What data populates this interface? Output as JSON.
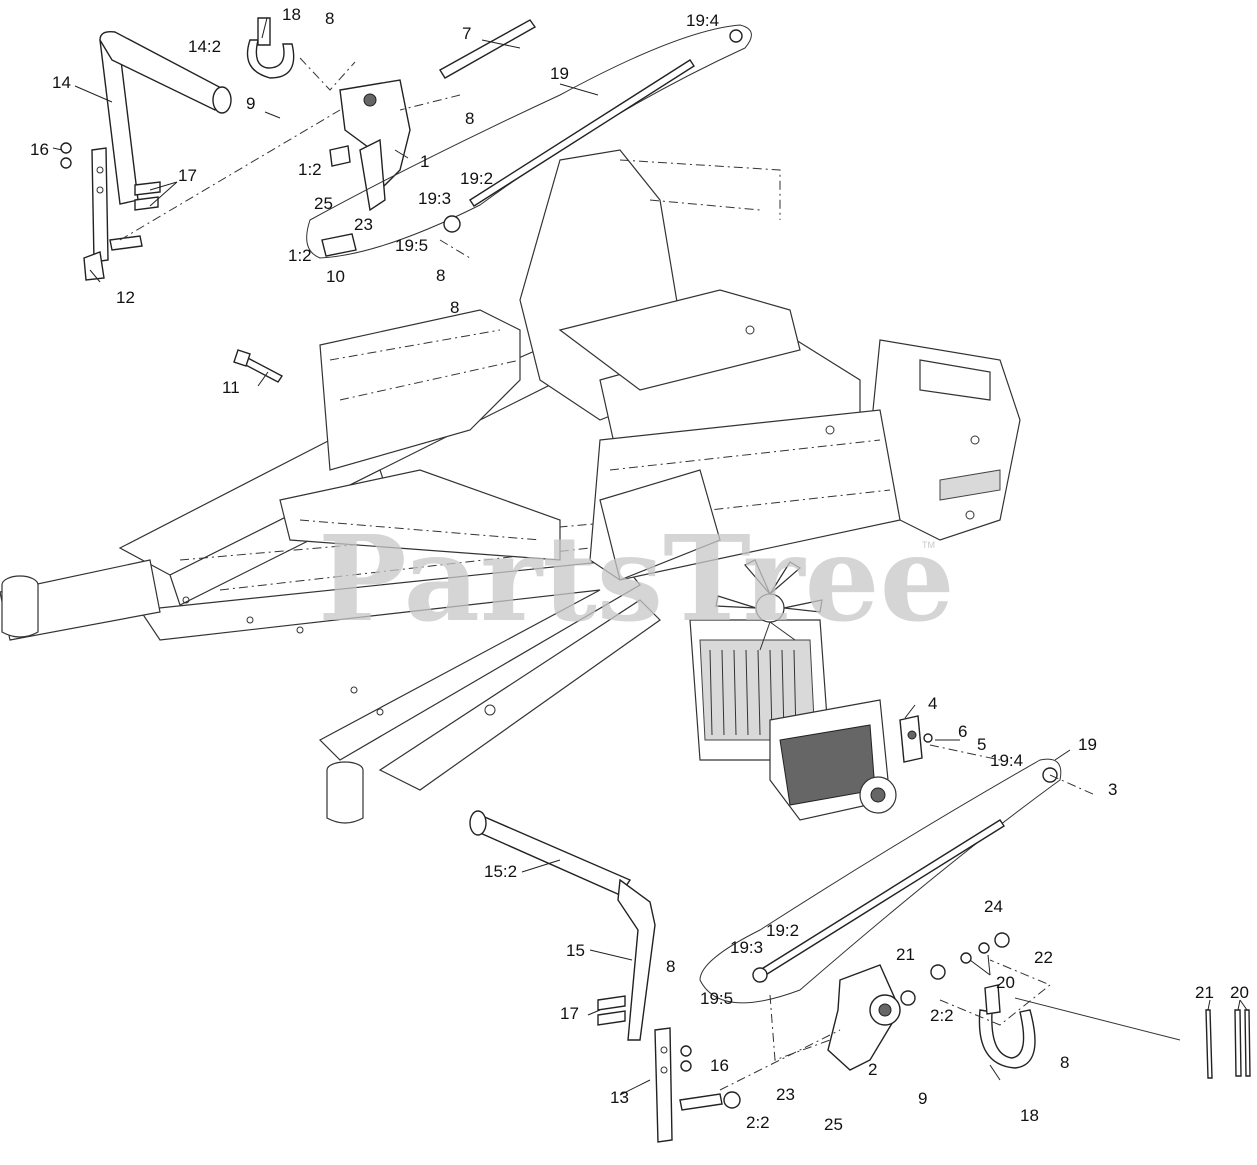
{
  "watermark": {
    "text": "PartsTree",
    "mark": "TM"
  },
  "callouts": [
    {
      "id": "c1",
      "text": "18"
    },
    {
      "id": "c2",
      "text": "8"
    },
    {
      "id": "c3",
      "text": "7"
    },
    {
      "id": "c4",
      "text": "19:4"
    },
    {
      "id": "c5",
      "text": "14:2"
    },
    {
      "id": "c6",
      "text": "14"
    },
    {
      "id": "c7",
      "text": "9"
    },
    {
      "id": "c8",
      "text": "19"
    },
    {
      "id": "c9",
      "text": "8"
    },
    {
      "id": "c10",
      "text": "16"
    },
    {
      "id": "c11",
      "text": "1:2"
    },
    {
      "id": "c12",
      "text": "1"
    },
    {
      "id": "c13",
      "text": "17"
    },
    {
      "id": "c14",
      "text": "19:2"
    },
    {
      "id": "c15",
      "text": "25"
    },
    {
      "id": "c16",
      "text": "19:3"
    },
    {
      "id": "c17",
      "text": "23"
    },
    {
      "id": "c18",
      "text": "1:2"
    },
    {
      "id": "c19",
      "text": "19:5"
    },
    {
      "id": "c20",
      "text": "10"
    },
    {
      "id": "c21",
      "text": "8"
    },
    {
      "id": "c22",
      "text": "12"
    },
    {
      "id": "c23",
      "text": "8"
    },
    {
      "id": "c24",
      "text": "11"
    },
    {
      "id": "c25",
      "text": "4"
    },
    {
      "id": "c26",
      "text": "6"
    },
    {
      "id": "c27",
      "text": "5"
    },
    {
      "id": "c28",
      "text": "19"
    },
    {
      "id": "c29",
      "text": "19:4"
    },
    {
      "id": "c30",
      "text": "3"
    },
    {
      "id": "c31",
      "text": "15:2"
    },
    {
      "id": "c32",
      "text": "24"
    },
    {
      "id": "c33",
      "text": "15"
    },
    {
      "id": "c34",
      "text": "19:2"
    },
    {
      "id": "c35",
      "text": "22"
    },
    {
      "id": "c36",
      "text": "8"
    },
    {
      "id": "c37",
      "text": "19:3"
    },
    {
      "id": "c38",
      "text": "21"
    },
    {
      "id": "c39",
      "text": "20"
    },
    {
      "id": "c40",
      "text": "19:5"
    },
    {
      "id": "c41",
      "text": "21"
    },
    {
      "id": "c42",
      "text": "20"
    },
    {
      "id": "c43",
      "text": "17"
    },
    {
      "id": "c44",
      "text": "2:2"
    },
    {
      "id": "c45",
      "text": "16"
    },
    {
      "id": "c46",
      "text": "8"
    },
    {
      "id": "c47",
      "text": "2"
    },
    {
      "id": "c48",
      "text": "13"
    },
    {
      "id": "c49",
      "text": "23"
    },
    {
      "id": "c50",
      "text": "9"
    },
    {
      "id": "c51",
      "text": "2:2"
    },
    {
      "id": "c52",
      "text": "25"
    },
    {
      "id": "c53",
      "text": "18"
    }
  ]
}
